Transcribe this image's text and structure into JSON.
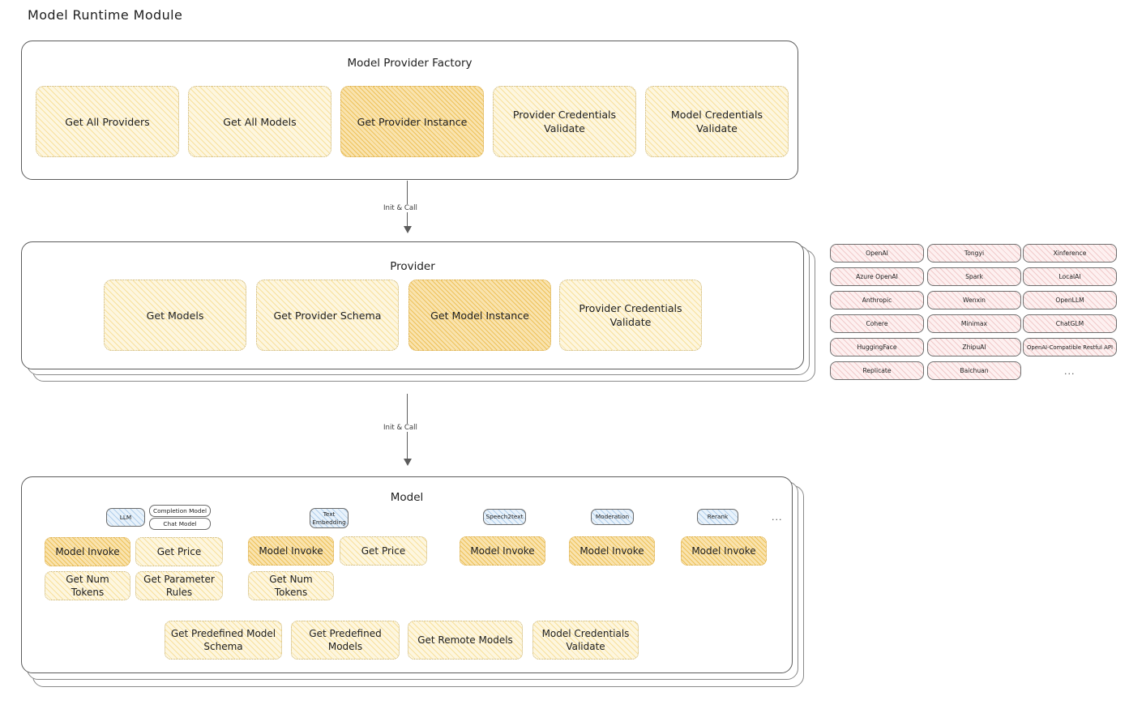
{
  "page": {
    "title": "Model Runtime Module"
  },
  "factory": {
    "heading": "Model Provider Factory",
    "methods": [
      {
        "label": "Get All Providers",
        "highlight": false
      },
      {
        "label": "Get All Models",
        "highlight": false
      },
      {
        "label": "Get Provider Instance",
        "highlight": true
      },
      {
        "label": "Provider Credentials Validate",
        "highlight": false
      },
      {
        "label": "Model Credentials Validate",
        "highlight": false
      }
    ]
  },
  "arrows": [
    {
      "label": "Init & Call"
    },
    {
      "label": "Init & Call"
    }
  ],
  "provider": {
    "heading": "Provider",
    "methods": [
      {
        "label": "Get Models",
        "highlight": false
      },
      {
        "label": "Get Provider Schema",
        "highlight": false
      },
      {
        "label": "Get Model Instance",
        "highlight": true
      },
      {
        "label": "Provider Credentials Validate",
        "highlight": false
      }
    ]
  },
  "provider_list": {
    "columns": [
      {
        "items": [
          "OpenAI",
          "Azure OpenAI",
          "Anthropic",
          "Cohere",
          "HuggingFace",
          "Replicate"
        ]
      },
      {
        "items": [
          "Tongyi",
          "Spark",
          "Wenxin",
          "Minimax",
          "ZhipuAI",
          "Baichuan"
        ]
      },
      {
        "items": [
          "Xinference",
          "LocalAI",
          "OpenLLM",
          "ChatGLM",
          "OpenAI-Compatible Restful API"
        ]
      }
    ],
    "more": "..."
  },
  "model": {
    "heading": "Model",
    "more": "...",
    "types": [
      {
        "badge": "LLM",
        "sub_badges": [
          "Completion Model",
          "Chat Model"
        ],
        "methods": [
          {
            "label": "Model Invoke",
            "highlight": true
          },
          {
            "label": "Get Price",
            "highlight": false
          },
          {
            "label": "Get Num Tokens",
            "highlight": false
          },
          {
            "label": "Get Parameter Rules",
            "highlight": false
          }
        ]
      },
      {
        "badge": "Text Embedding",
        "sub_badges": [],
        "methods": [
          {
            "label": "Model Invoke",
            "highlight": true
          },
          {
            "label": "Get Price",
            "highlight": false
          },
          {
            "label": "Get Num Tokens",
            "highlight": false
          }
        ]
      },
      {
        "badge": "Speech2text",
        "sub_badges": [],
        "methods": [
          {
            "label": "Model Invoke",
            "highlight": true
          }
        ]
      },
      {
        "badge": "Moderation",
        "sub_badges": [],
        "methods": [
          {
            "label": "Model Invoke",
            "highlight": true
          }
        ]
      },
      {
        "badge": "Rerank",
        "sub_badges": [],
        "methods": [
          {
            "label": "Model Invoke",
            "highlight": true
          }
        ]
      }
    ],
    "common_methods": [
      {
        "label": "Get Predefined Model Schema"
      },
      {
        "label": "Get Predefined Models"
      },
      {
        "label": "Get Remote Models"
      },
      {
        "label": "Model Credentials Validate"
      }
    ]
  },
  "colors": {
    "highlight_fill": "#f9e3ae",
    "method_fill": "#fdf6df",
    "badge_fill": "#e8f2fb",
    "provider_chip_fill": "#fdf0f0",
    "stroke": "#5c5c5c",
    "text": "#1e1e1e"
  }
}
